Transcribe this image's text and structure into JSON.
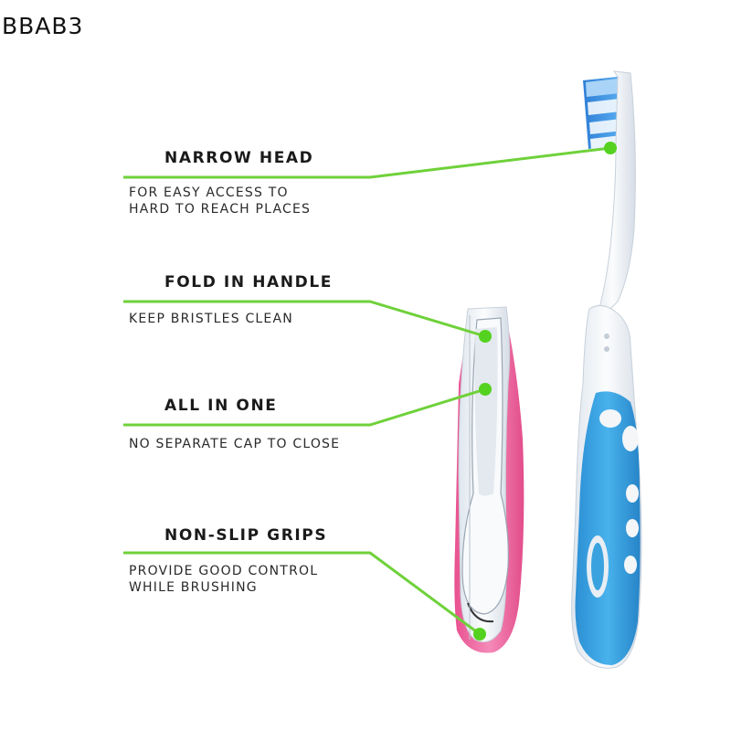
{
  "watermark": "BBAB3",
  "colors": {
    "callout_green": "#6fd13a",
    "grip_blue": "#3aa2de",
    "grip_pink": "#ef6aa6",
    "bristle_blue": "#3b8fe0",
    "handle_white": "#f4f6f8"
  },
  "features": [
    {
      "title": "NARROW HEAD",
      "desc": [
        "FOR EASY ACCESS TO",
        "HARD TO REACH PLACES"
      ]
    },
    {
      "title": "FOLD IN HANDLE",
      "desc": [
        "KEEP BRISTLES CLEAN"
      ]
    },
    {
      "title": "ALL IN ONE",
      "desc": [
        "NO SEPARATE CAP TO CLOSE"
      ]
    },
    {
      "title": "NON-SLIP GRIPS",
      "desc": [
        "PROVIDE GOOD CONTROL",
        "WHILE BRUSHING"
      ]
    }
  ]
}
